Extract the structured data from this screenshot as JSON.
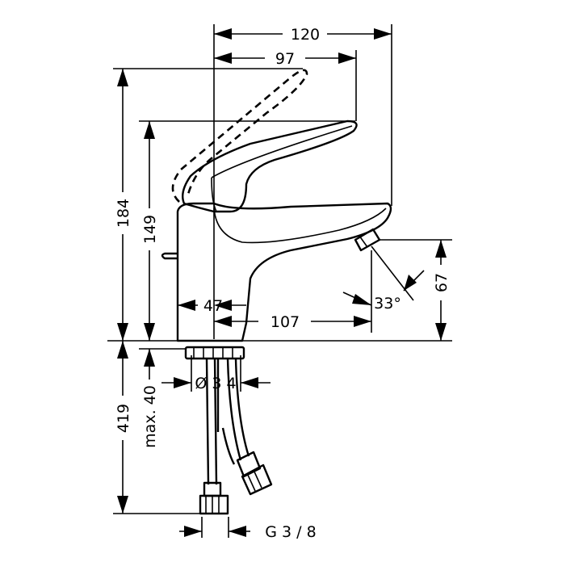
{
  "dimensions": {
    "width_total": "120",
    "width_spout": "97",
    "height_total": "184",
    "height_spout": "149",
    "outlet_height": "67",
    "body_width": "47",
    "reach": "107",
    "angle": "33°",
    "pipe_length": "419",
    "max_thickness": "max. 40",
    "hole_diameter": "Ø 3 4",
    "thread": "G 3 / 8"
  }
}
